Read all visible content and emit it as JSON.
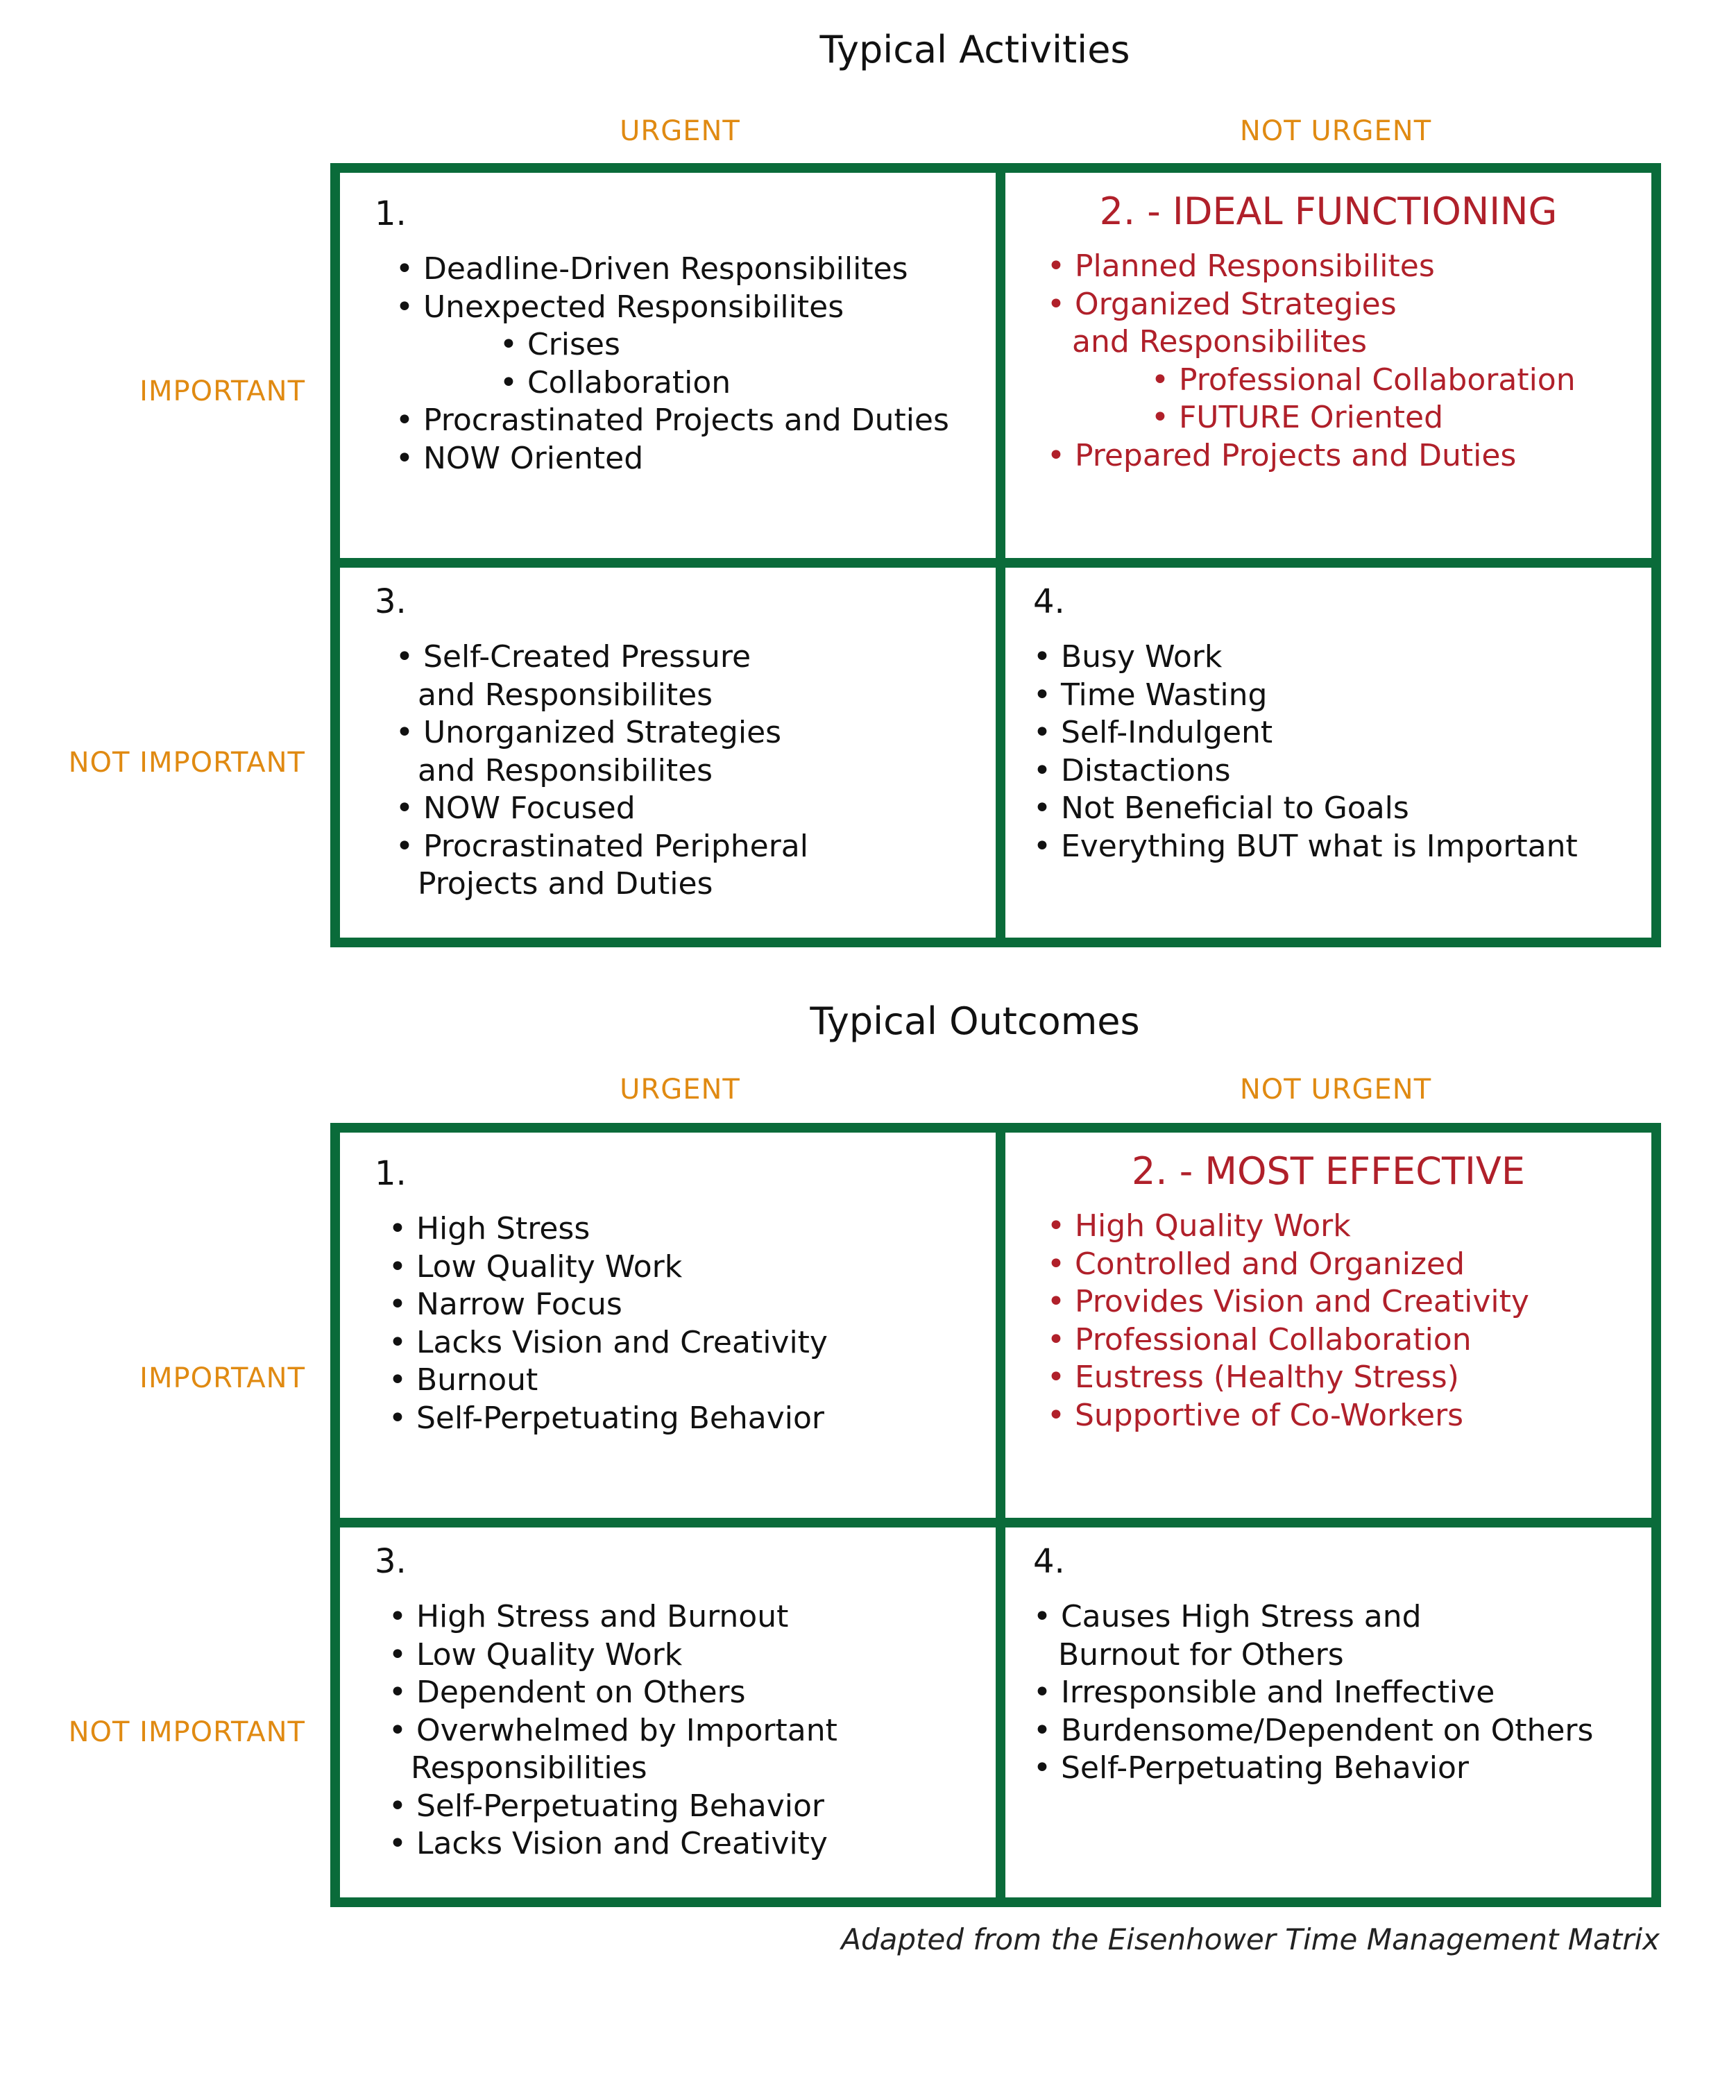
{
  "activities": {
    "title": "Typical Activities",
    "col_urgent": "URGENT",
    "col_not_urgent": "NOT URGENT",
    "row_important": "IMPORTANT",
    "row_not_important": "NOT IMPORTANT",
    "q1": {
      "number": "1.",
      "items": [
        "• Deadline-Driven Responsibilites",
        "• Unexpected Responsibilites",
        "• Crises",
        "• Collaboration",
        "• Procrastinated Projects and Duties",
        "• NOW Oriented"
      ]
    },
    "q2": {
      "heading": "2. - IDEAL FUNCTIONING",
      "items": [
        "• Planned Responsibilites",
        "• Organized Strategies",
        "and Responsibilites",
        "• Professional Collaboration",
        "• FUTURE Oriented",
        "• Prepared Projects and Duties"
      ]
    },
    "q3": {
      "number": "3.",
      "items": [
        "• Self-Created Pressure",
        "and Responsibilites",
        "• Unorganized Strategies",
        "and Responsibilites",
        "• NOW Focused",
        "• Procrastinated Peripheral",
        "Projects and Duties"
      ]
    },
    "q4": {
      "number": "4.",
      "items": [
        "• Busy Work",
        "• Time Wasting",
        "• Self-Indulgent",
        "• Distactions",
        "• Not Beneficial to Goals",
        "• Everything BUT what is Important"
      ]
    }
  },
  "outcomes": {
    "title": "Typical Outcomes",
    "col_urgent": "URGENT",
    "col_not_urgent": "NOT URGENT",
    "row_important": "IMPORTANT",
    "row_not_important": "NOT IMPORTANT",
    "q1": {
      "number": "1.",
      "items": [
        "• High Stress",
        "• Low Quality Work",
        "• Narrow Focus",
        "• Lacks Vision and Creativity",
        "• Burnout",
        "• Self-Perpetuating Behavior"
      ]
    },
    "q2": {
      "heading": "2. - MOST EFFECTIVE",
      "items": [
        "• High Quality Work",
        "• Controlled and Organized",
        "• Provides Vision and Creativity",
        "• Professional Collaboration",
        "• Eustress (Healthy Stress)",
        "• Supportive of Co-Workers"
      ]
    },
    "q3": {
      "number": "3.",
      "items": [
        "• High Stress and Burnout",
        "• Low Quality Work",
        "• Dependent on Others",
        "• Overwhelmed by Important",
        "Responsibilities",
        "• Self-Perpetuating Behavior",
        "• Lacks Vision and Creativity"
      ]
    },
    "q4": {
      "number": "4.",
      "items": [
        "• Causes High Stress and",
        "Burnout for Others",
        "• Irresponsible and Ineffective",
        "• Burdensome/Dependent on Others",
        "• Self-Perpetuating Behavior"
      ]
    }
  },
  "footnote": "Adapted from the Eisenhower Time Management Matrix",
  "colors": {
    "border_green": "#0a6b3a",
    "axis_orange": "#e08a12",
    "highlight_red": "#b0202a"
  }
}
